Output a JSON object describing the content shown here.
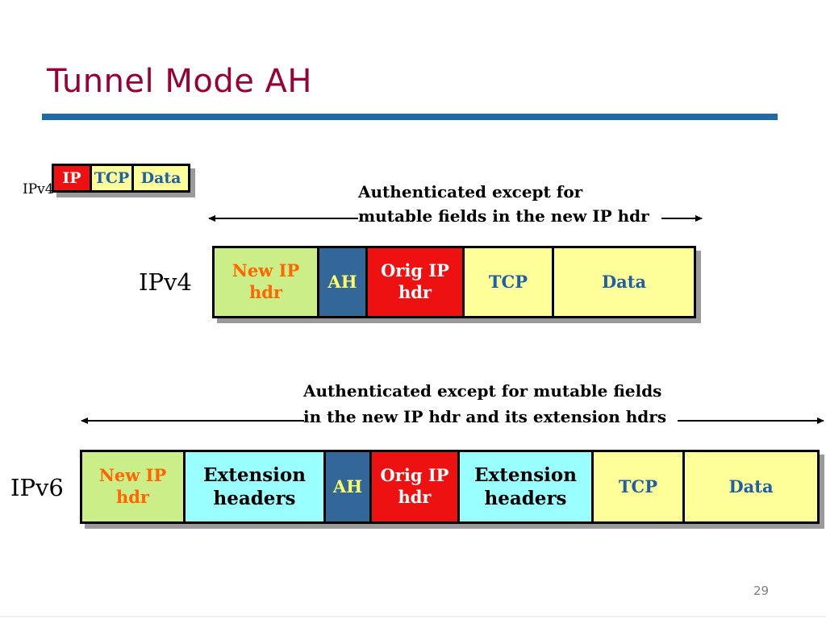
{
  "slide": {
    "title": "Tunnel Mode AH",
    "page_number": "29"
  },
  "small_packet": {
    "label": "IPv4",
    "cells": [
      "IP",
      "TCP",
      "Data"
    ]
  },
  "ipv4": {
    "label": "IPv4",
    "note_line1": "Authenticated except for",
    "note_line2": "mutable fields in the new IP hdr",
    "cells": {
      "new_ip_1": "New IP",
      "new_ip_2": "hdr",
      "ah": "AH",
      "orig_ip_1": "Orig IP",
      "orig_ip_2": "hdr",
      "tcp": "TCP",
      "data": "Data"
    }
  },
  "ipv6": {
    "label": "IPv6",
    "note_line1": "Authenticated except for mutable fields",
    "note_line2": "in the new IP hdr and its extension hdrs",
    "cells": {
      "new_ip_1": "New IP",
      "new_ip_2": "hdr",
      "ext1_1": "Extension",
      "ext1_2": "headers",
      "ah": "AH",
      "orig_ip_1": "Orig IP",
      "orig_ip_2": "hdr",
      "ext2_1": "Extension",
      "ext2_2": "headers",
      "tcp": "TCP",
      "data": "Data"
    }
  },
  "colors": {
    "title": "#990033",
    "rule": "#1f6aa5",
    "new_ip": "#ccee88",
    "ah": "#336699",
    "orig_ip": "#ee1111",
    "payload": "#ffff99",
    "extension": "#99ffff"
  }
}
